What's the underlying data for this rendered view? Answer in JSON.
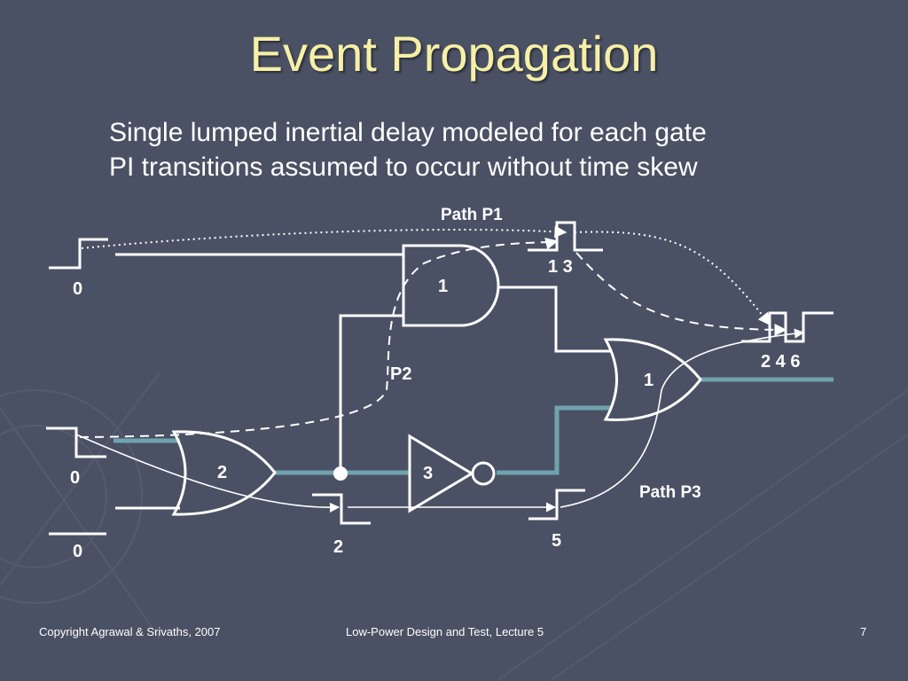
{
  "slide": {
    "title": "Event Propagation",
    "bullets": [
      "Single lumped inertial delay modeled for each gate",
      "PI transitions assumed to occur without time skew"
    ]
  },
  "diagram": {
    "path_labels": {
      "p1": "Path P1",
      "p2": "P2",
      "p3": "Path P3"
    },
    "gate_delays": {
      "and_gate": "1",
      "or_top": "1",
      "or_bottom": "2",
      "inverter": "3"
    },
    "input_times": [
      "0",
      "0",
      "0"
    ],
    "event_times": {
      "p1_pulse": "1 3",
      "output": "2 4 6",
      "or2_out": "2",
      "inv_out": "5"
    }
  },
  "footer": {
    "left": "Copyright Agrawal & Srivaths, 2007",
    "center": "Low-Power Design and Test, Lecture 5",
    "page": "7"
  },
  "colors": {
    "background": "#4b5164",
    "title": "#f6f0a6",
    "highlight_wire": "#6fa3ad",
    "wire": "#ffffff"
  }
}
